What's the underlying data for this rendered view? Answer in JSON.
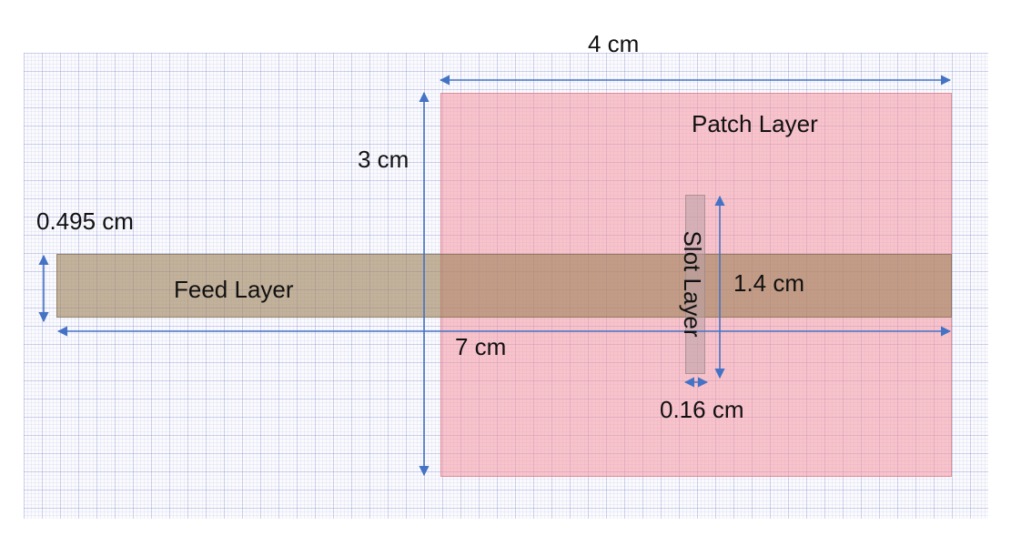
{
  "labels": {
    "patch_layer": "Patch Layer",
    "feed_layer": "Feed Layer",
    "slot_layer": "Slot Layer"
  },
  "dimensions": {
    "patch_width": "4 cm",
    "patch_height": "3 cm",
    "feed_width": "0.495 cm",
    "feed_length": "7 cm",
    "slot_length": "1.4 cm",
    "slot_width": "0.16 cm"
  },
  "colors": {
    "arrow": "#4472c4",
    "patch_fill": "#f596a0",
    "feed_fill": "#9e8258",
    "slot_fill": "#b9a0a5"
  }
}
